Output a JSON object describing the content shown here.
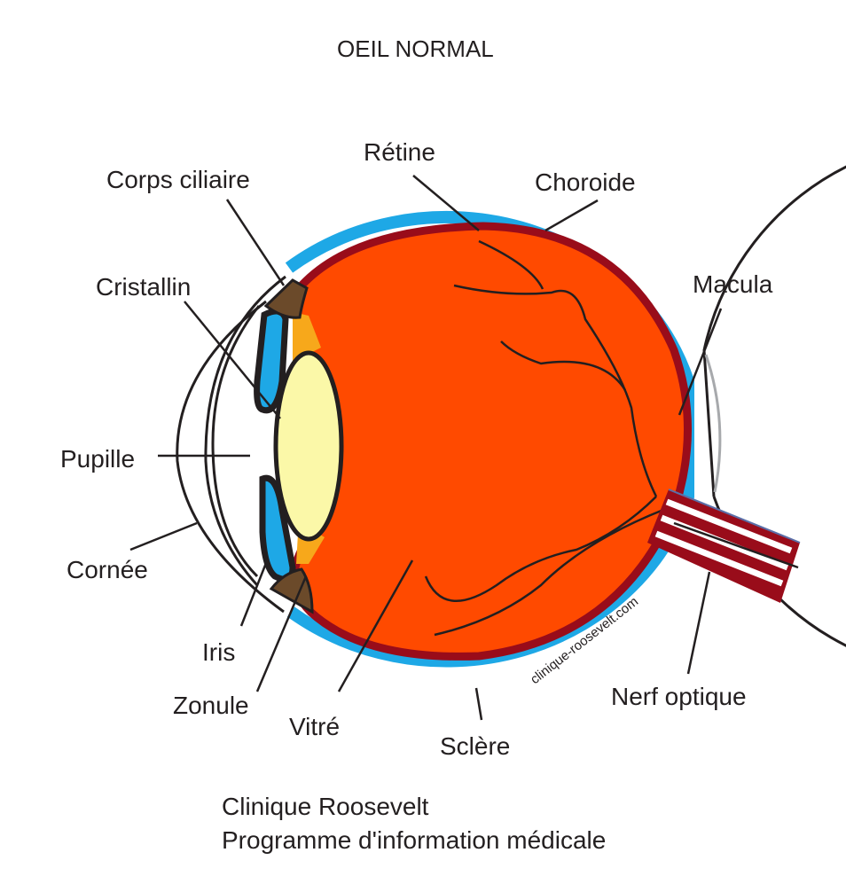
{
  "title": "OEIL NORMAL",
  "labels": {
    "retine": "Rétine",
    "choroide": "Choroide",
    "corps_ciliaire": "Corps ciliaire",
    "cristallin": "Cristallin",
    "macula": "Macula",
    "pupille": "Pupille",
    "cornee": "Cornée",
    "iris": "Iris",
    "zonule": "Zonule",
    "vitre": "Vitré",
    "sclere": "Sclère",
    "nerf_optique": "Nerf optique"
  },
  "watermark": "clinique-roosevelt.com",
  "footer": {
    "line1": "Clinique Roosevelt",
    "line2": "Programme d'information médicale"
  },
  "colors": {
    "vitreous": "#ff4a00",
    "retina": "#990c1a",
    "choroid": "#1ea8e6",
    "lens": "#fbf8a8",
    "ciliary_body": "#6b4a2a",
    "zonule": "#f7a81b",
    "outline": "#231f20"
  }
}
